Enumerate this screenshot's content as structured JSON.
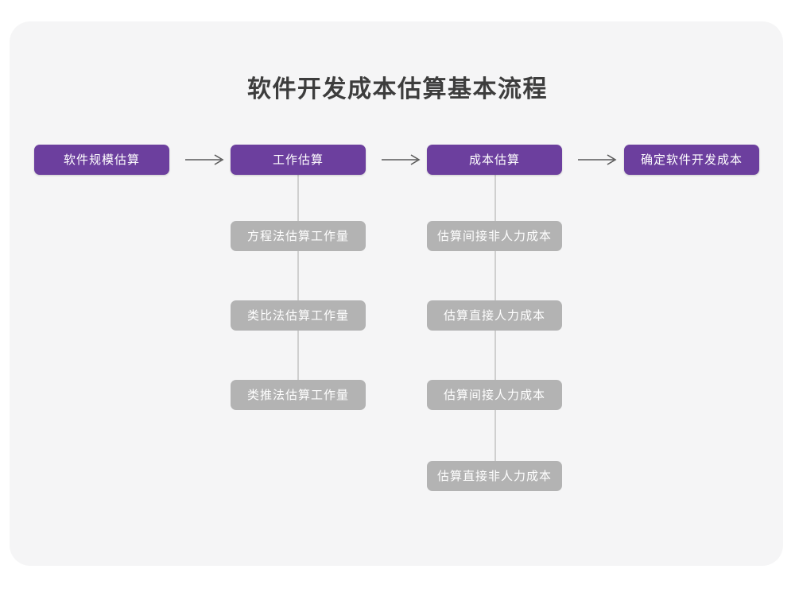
{
  "page": {
    "title": "软件开发成本估算基本流程",
    "background": "#ffffff",
    "card_background": "#f5f5f6"
  },
  "colors": {
    "primary": "#6c3f9e",
    "secondary": "#b3b3b3",
    "connector": "#cfcfcf",
    "arrow": "#5a5a5a",
    "title_text": "#3d3d3d",
    "node_text": "#ffffff"
  },
  "diagram": {
    "type": "flowchart",
    "orientation": "left-to-right with vertical sub-branches",
    "stages": [
      {
        "id": "stage-1",
        "label": "软件规模估算",
        "level": "primary",
        "substeps": []
      },
      {
        "id": "stage-2",
        "label": "工作估算",
        "level": "primary",
        "substeps": [
          "方程法估算工作量",
          "类比法估算工作量",
          "类推法估算工作量"
        ]
      },
      {
        "id": "stage-3",
        "label": "成本估算",
        "level": "primary",
        "substeps": [
          "估算间接非人力成本",
          "估算直接人力成本",
          "估算间接人力成本",
          "估算直接非人力成本"
        ]
      },
      {
        "id": "stage-4",
        "label": "确定软件开发成本",
        "level": "primary",
        "substeps": []
      }
    ],
    "connectors": [
      {
        "id": "arrow-1",
        "from": "stage-1",
        "to": "stage-2",
        "glyph": "arrow-right-icon"
      },
      {
        "id": "arrow-2",
        "from": "stage-2",
        "to": "stage-3",
        "glyph": "arrow-right-icon"
      },
      {
        "id": "arrow-3",
        "from": "stage-3",
        "to": "stage-4",
        "glyph": "arrow-right-icon"
      }
    ]
  }
}
